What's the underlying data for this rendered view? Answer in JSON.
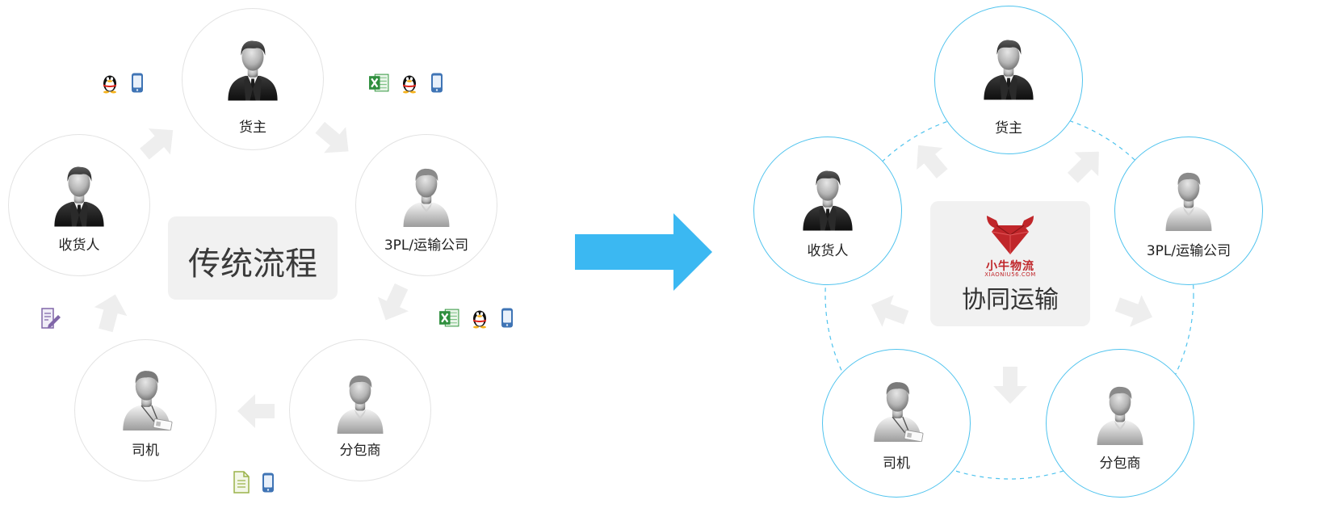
{
  "traditional": {
    "title": "传统流程",
    "nodes": {
      "shipper": "货主",
      "consignee": "收货人",
      "carrier": "3PL/运输公司",
      "driver": "司机",
      "subcontractor": "分包商"
    }
  },
  "collaborative": {
    "title": "协同运输",
    "logo": {
      "name": "小牛物流",
      "domain": "XIAONIU56.COM"
    },
    "nodes": {
      "shipper": "货主",
      "consignee": "收货人",
      "carrier": "3PL/运输公司",
      "driver": "司机",
      "subcontractor": "分包商"
    }
  },
  "colors": {
    "transition_arrow": "#3bb8f2",
    "collab_ring": "#4fc3ee",
    "logo_red": "#c0262a",
    "flow_arrow": "#eeeeee"
  },
  "icons": {
    "qq": "qq-penguin-icon",
    "phone": "mobile-phone-icon",
    "excel": "excel-icon",
    "document": "document-icon",
    "edit": "edit-document-icon"
  }
}
